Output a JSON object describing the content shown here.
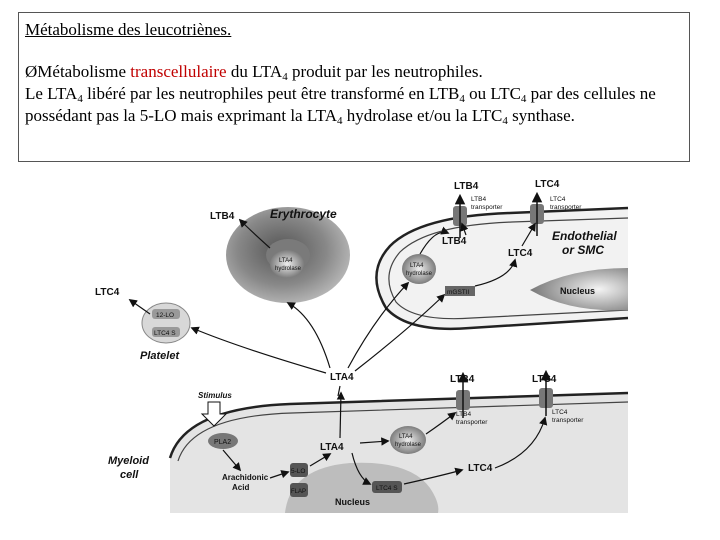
{
  "slide": {
    "title": "Métabolisme des leucotriènes.",
    "bullet_glyph": "Ø",
    "line1": {
      "a": "Métabolisme ",
      "highlight": "transcellulaire",
      "b": " du LTA",
      "sub": "4",
      "c": " produit par les neutrophiles."
    },
    "line2": {
      "a": "Le LTA",
      "sub1": "4",
      "b": " libéré par les neutrophiles peut être transformé en LTB",
      "sub2": "4",
      "c": " ou LTC",
      "sub3": "4",
      "d": " par des cellules ne possédant pas la 5-LO mais exprimant la LTA",
      "sub4": "4",
      "e": " hydrolase et/ou la LTC",
      "sub5": "4",
      "f": " synthase."
    },
    "highlight_color": "#c00000"
  },
  "figure": {
    "erythrocyte": "Erythrocyte",
    "ltb4_ery": "LTB4",
    "lta4_hydrolase_ery": [
      "LTA4",
      "hydrolase"
    ],
    "ltc4_platelet": "LTC4",
    "platelet": "Platelet",
    "lo12": "12-LO",
    "ltc4s": "LTC4 S",
    "endothelial": [
      "Endothelial",
      "or SMC"
    ],
    "ltb4_top": "LTB4",
    "ltc4_top": "LTC4",
    "ltb4_transporter": [
      "LTB4",
      "transporter"
    ],
    "ltc4_transporter": [
      "LTC4",
      "transporter"
    ],
    "ltb4_inner": "LTB4",
    "ltc4_inner": "LTC4",
    "lta4_hydrolase_endo": [
      "LTA4",
      "hydrolase"
    ],
    "mgst": "mGSTII",
    "nucleus_endo": "Nucleus",
    "lta4_center": "LTA4",
    "stimulus": "Stimulus",
    "pla2": "PLA2",
    "ltb4_right": "LTB4",
    "ltc4_right": "LTC4",
    "ltb4_transporter2": [
      "LTB4",
      "transporter"
    ],
    "ltc4_transporter2": [
      "LTC4",
      "transporter"
    ],
    "lta4_myeloid": "LTA4",
    "lta4_hydrolase_my": [
      "LTA4",
      "hydrolase"
    ],
    "ltc4_myeloid": "LTC4",
    "myeloid": [
      "Myeloid",
      "cell"
    ],
    "arachidonic": [
      "Arachidonic",
      "Acid"
    ],
    "lo5": "5-LO",
    "flap": "FLAP",
    "ltc4s_my": "LTC4 S",
    "nucleus_my": "Nucleus"
  }
}
